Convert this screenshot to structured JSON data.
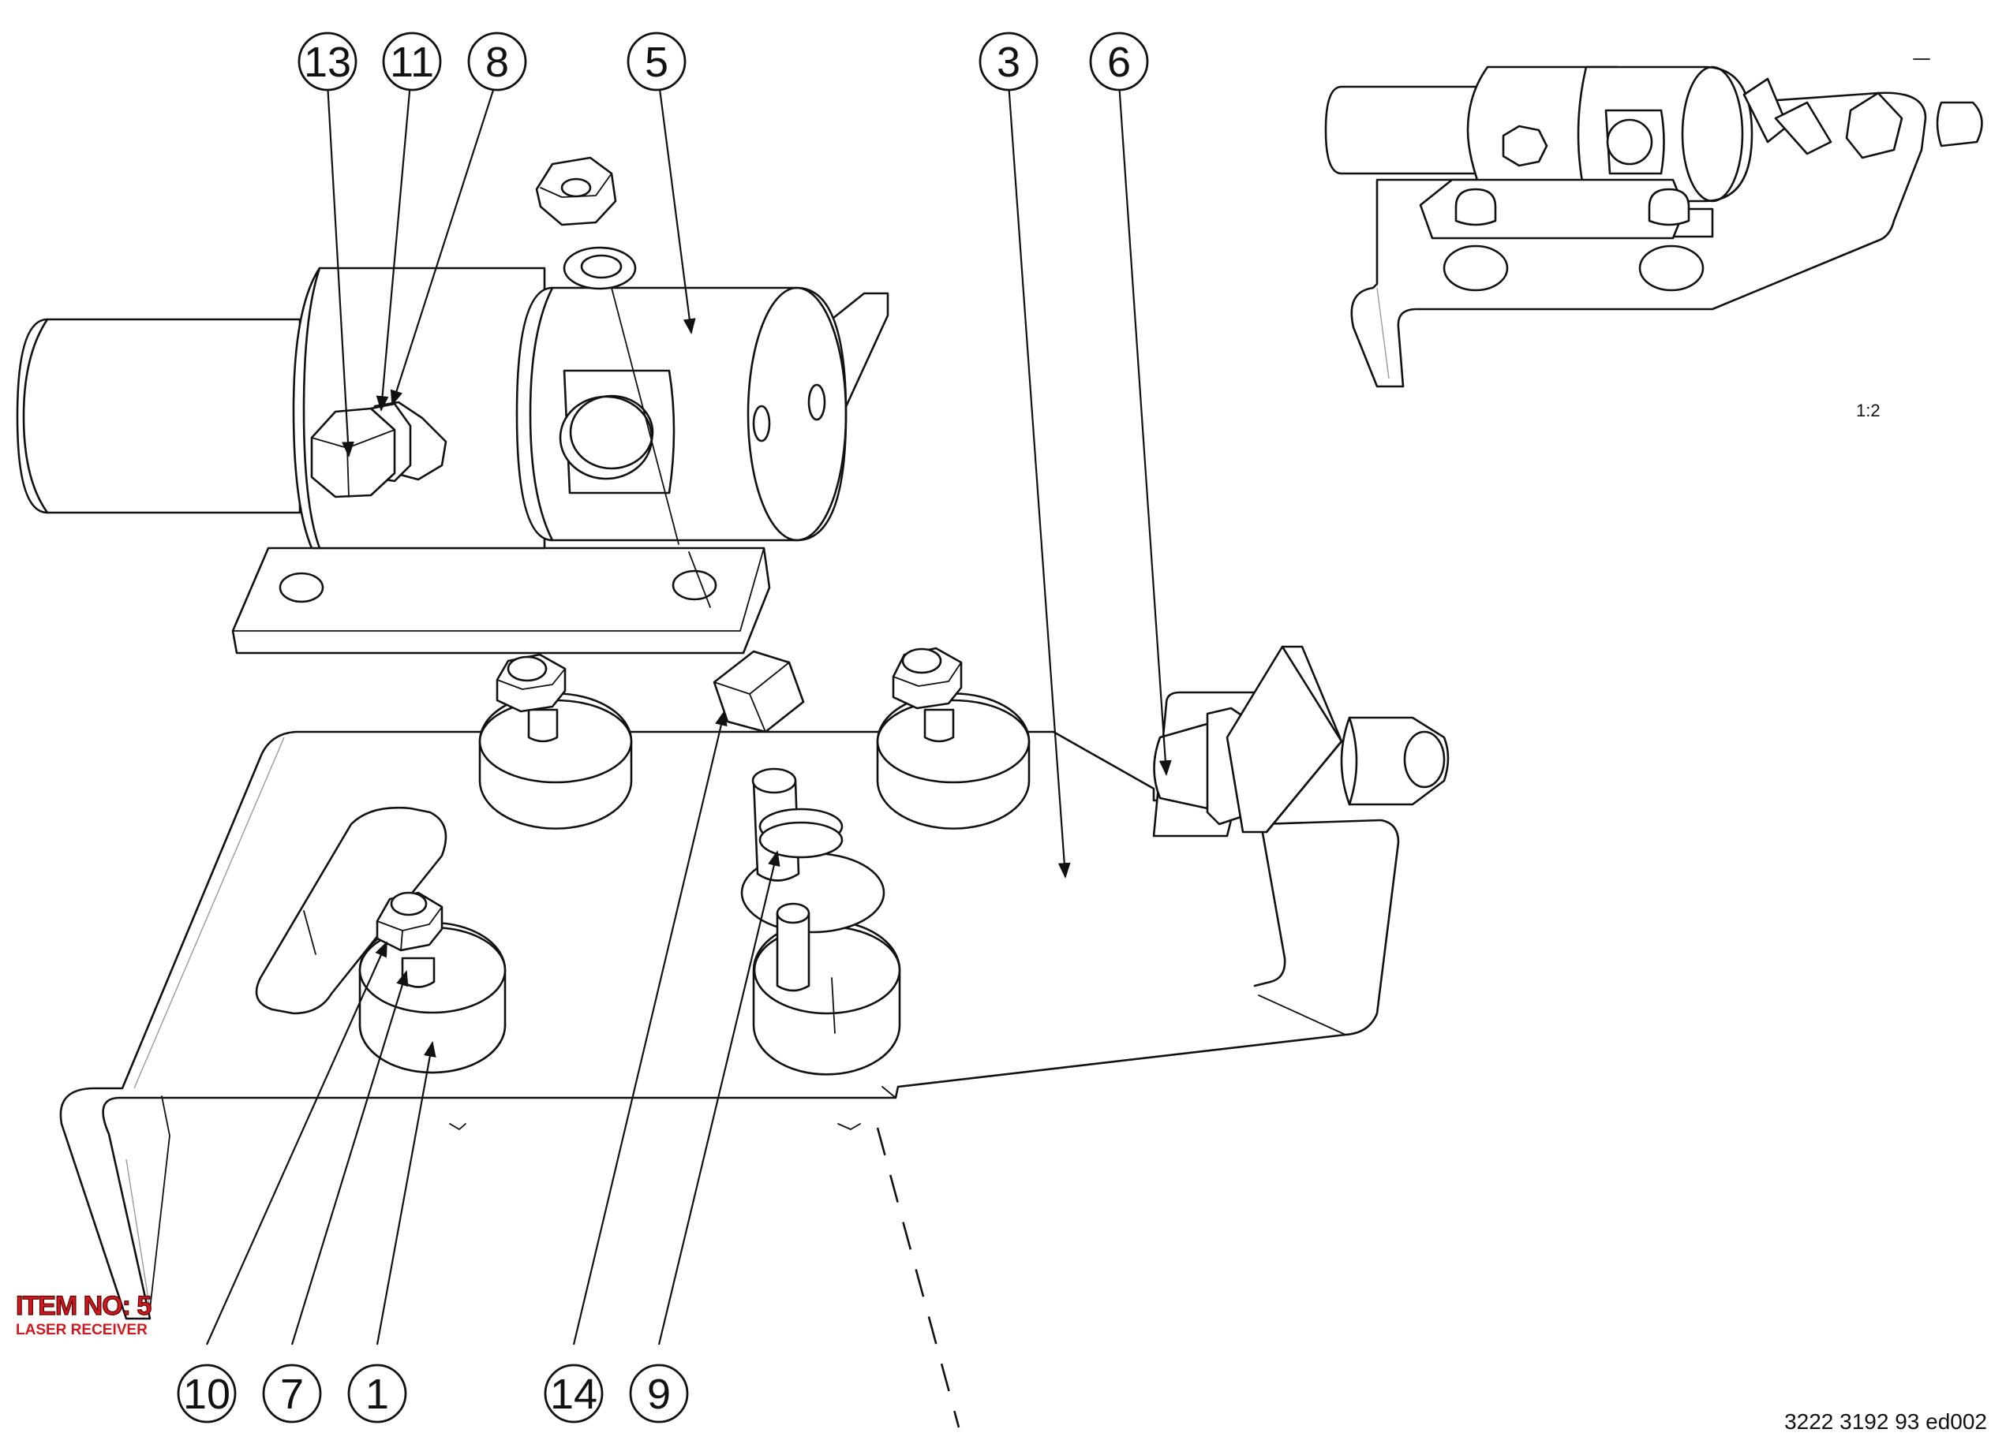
{
  "drawing": {
    "item_title": "ITEM NO: 5",
    "item_subtitle": "LASER RECEIVER",
    "document_number": "3222 3192 93 ed002",
    "detail_scale": "1:2"
  },
  "callouts": [
    {
      "id": "callout-13",
      "label": "13"
    },
    {
      "id": "callout-11",
      "label": "11"
    },
    {
      "id": "callout-8",
      "label": "8"
    },
    {
      "id": "callout-5",
      "label": "5"
    },
    {
      "id": "callout-3",
      "label": "3"
    },
    {
      "id": "callout-6",
      "label": "6"
    },
    {
      "id": "callout-10",
      "label": "10"
    },
    {
      "id": "callout-7",
      "label": "7"
    },
    {
      "id": "callout-1",
      "label": "1"
    },
    {
      "id": "callout-14",
      "label": "14"
    },
    {
      "id": "callout-9",
      "label": "9"
    }
  ]
}
